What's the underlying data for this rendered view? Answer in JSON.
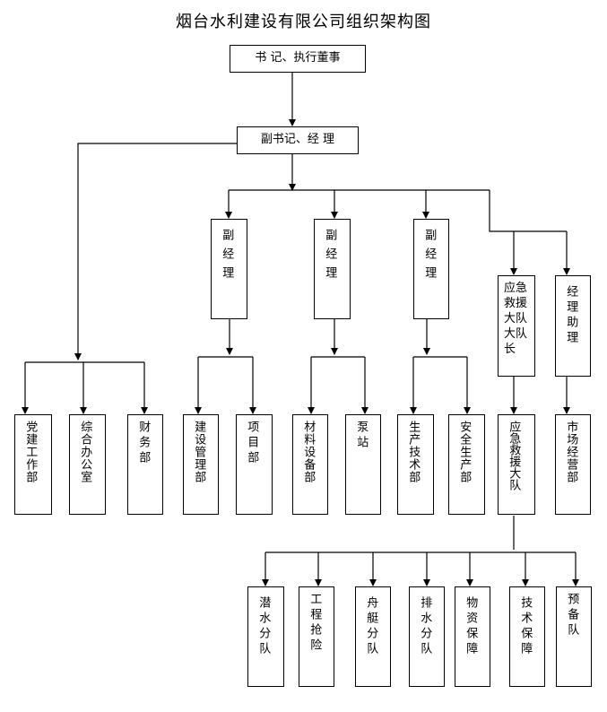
{
  "title": "烟台水利建设有限公司组织架构图",
  "nodes": {
    "board": "书 记、执行董事",
    "gm": "副书记、经 理",
    "dgm1": "副经理",
    "dgm2": "副经理",
    "dgm3": "副经理",
    "rescue_leader_a": "应急救援",
    "rescue_leader_b": "大队大队",
    "rescue_leader_c": "长",
    "gm_assistant": "经理助理",
    "party": "党建工作部",
    "office": "综合办公室",
    "finance": "财务部",
    "construction": "建设管理部",
    "project": "项目部",
    "material": "材料设备部",
    "pump": "泵站",
    "production": "生产技术部",
    "safety": "安全生产部",
    "rescue_team": "应急救援大队",
    "market": "市场经营部",
    "diving": "潜水分队",
    "emergency": "工程抢险",
    "boat": "舟艇分队",
    "drainage": "排水分队",
    "supply": "物资保障",
    "tech": "技术保障",
    "reserve": "预备队"
  }
}
